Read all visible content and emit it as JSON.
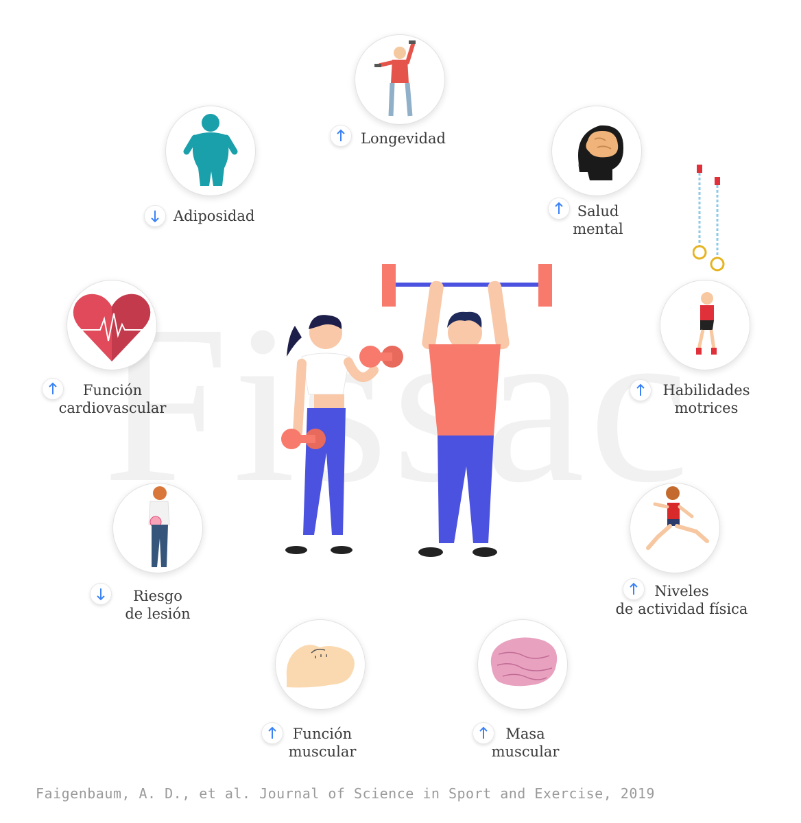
{
  "watermark": "Fissac",
  "items": [
    {
      "id": "longevidad",
      "label": "Longevidad",
      "direction": "up",
      "icon": "elderly-person-dumbbells-icon"
    },
    {
      "id": "adiposidad",
      "label": "Adiposidad",
      "direction": "down",
      "icon": "body-fat-icon"
    },
    {
      "id": "salud-mental",
      "label_line1": "Salud",
      "label_line2": "mental",
      "direction": "up",
      "icon": "brain-head-icon"
    },
    {
      "id": "funcion-cardiovascular",
      "label_line1": "Función",
      "label_line2": "cardiovascular",
      "direction": "up",
      "icon": "heart-icon"
    },
    {
      "id": "habilidades-motrices",
      "label_line1": "Habilidades",
      "label_line2": "motrices",
      "direction": "up",
      "icon": "child-rings-icon"
    },
    {
      "id": "riesgo-lesion",
      "label_line1": "Riesgo",
      "label_line2": "de lesión",
      "direction": "down",
      "icon": "back-injury-icon"
    },
    {
      "id": "niveles-actividad",
      "label_line1": "Niveles",
      "label_line2": "de actividad física",
      "direction": "up",
      "icon": "running-child-icon"
    },
    {
      "id": "funcion-muscular",
      "label_line1": "Función",
      "label_line2": "muscular",
      "direction": "up",
      "icon": "flexed-arm-icon"
    },
    {
      "id": "masa-muscular",
      "label_line1": "Masa",
      "label_line2": "muscular",
      "direction": "up",
      "icon": "muscle-tissue-icon"
    }
  ],
  "colors": {
    "arrow": "#3b82f6",
    "accent": "#f87a6c",
    "blue": "#4b52e0",
    "teal": "#1aa0aa"
  },
  "citation": "Faigenbaum, A. D., et al. Journal of Science in Sport and Exercise, 2019"
}
